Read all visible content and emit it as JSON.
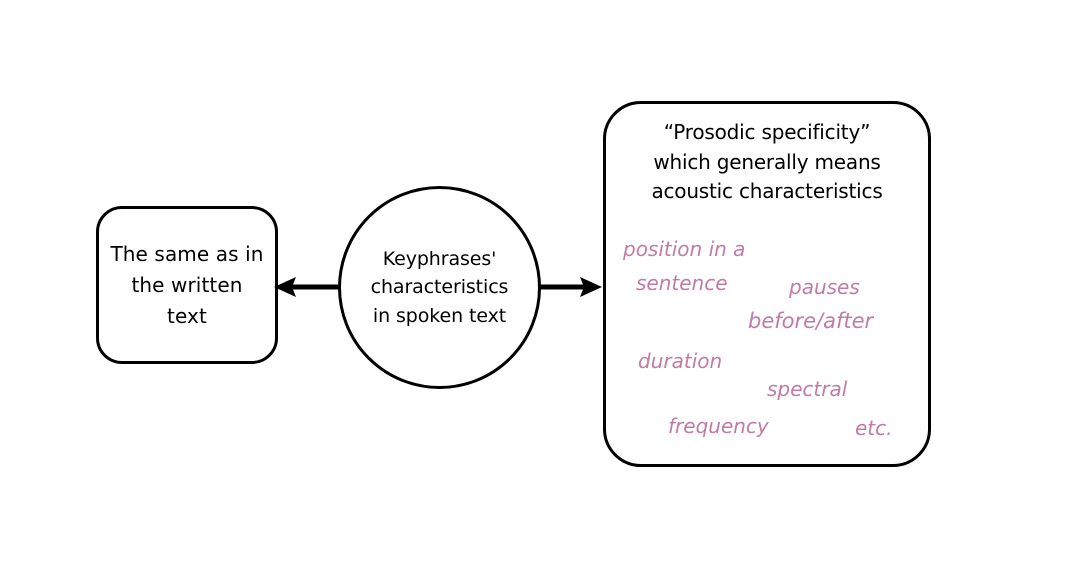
{
  "diagram": {
    "title": "Keyphrases' characteristics in spoken text",
    "left_box": {
      "text": "The same as in\nthe written\ntext"
    },
    "center_node": {
      "text": "Keyphrases'\ncharacteristics\nin spoken text"
    },
    "right_box": {
      "heading": "“Prosodic specificity”\nwhich generally means\nacoustic characteristics",
      "tags": [
        {
          "label": "position in a"
        },
        {
          "label": "sentence"
        },
        {
          "label": "pauses"
        },
        {
          "label": "before/after"
        },
        {
          "label": "duration"
        },
        {
          "label": "spectral"
        },
        {
          "label": "frequency"
        },
        {
          "label": "etc."
        }
      ]
    },
    "arrows": [
      {
        "name": "arrow-to-left-box",
        "direction": "left"
      },
      {
        "name": "arrow-to-right-box",
        "direction": "right"
      }
    ],
    "colors": {
      "stroke": "#000000",
      "background": "#ffffff",
      "heading_text": "#000000",
      "tag_text": "#c27ba6"
    }
  }
}
